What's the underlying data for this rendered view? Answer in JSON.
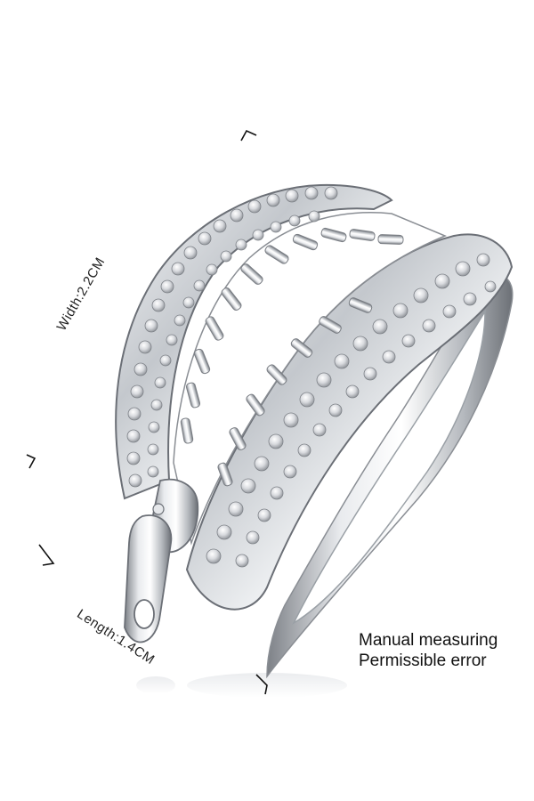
{
  "image": {
    "subject": "silver zipper-style ring with cubic zirconia pavé bands and a zipper-pull charm",
    "background_color": "#ffffff"
  },
  "dimensions": {
    "width_label": "Width:2.2CM",
    "length_label": "Length:1.4CM"
  },
  "note": {
    "line1": "Manual measuring",
    "line2": "Permissible error"
  },
  "colors": {
    "silver": "#c9ccd1",
    "silver_dark": "#6b6f76",
    "highlight": "#ffffff",
    "text": "#111111"
  }
}
